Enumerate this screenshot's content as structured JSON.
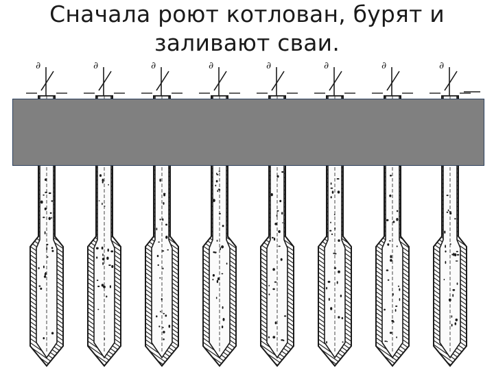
{
  "slide": {
    "title_line1": "Сначала роют котлован, бурят и",
    "title_line2": "заливают сваи."
  },
  "diagram": {
    "pile_count": 8,
    "pile_marker": "∂",
    "colors": {
      "background": "#ffffff",
      "ink": "#1a1a1a",
      "overlay_fill": "#808080",
      "overlay_border": "#2b3f5c"
    }
  }
}
